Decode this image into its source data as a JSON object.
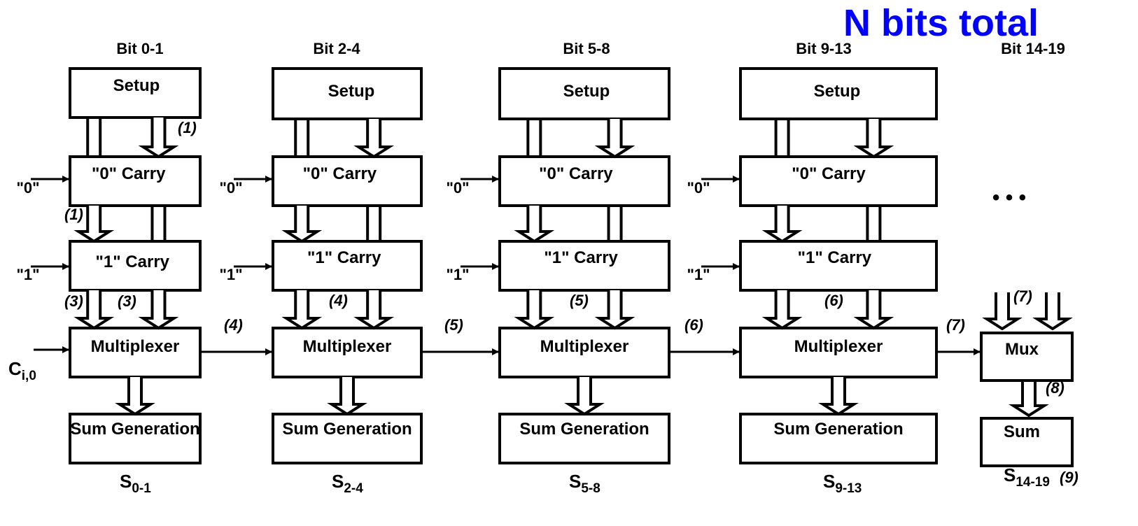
{
  "title": "N bits total",
  "stages": [
    {
      "header": "Bit 0-1",
      "setup": "Setup",
      "carry0": "\"0\" Carry",
      "carry1": "\"1\" Carry",
      "mux": "Multiplexer",
      "sum": "Sum Generation",
      "out_main": "S",
      "out_sub": "0-1",
      "in0": "\"0\"",
      "in1": "\"1\""
    },
    {
      "header": "Bit 2-4",
      "setup": "Setup",
      "carry0": "\"0\" Carry",
      "carry1": "\"1\" Carry",
      "mux": "Multiplexer",
      "sum": "Sum Generation",
      "out_main": "S",
      "out_sub": "2-4",
      "in0": "\"0\"",
      "in1": "\"1\""
    },
    {
      "header": "Bit 5-8",
      "setup": "Setup",
      "carry0": "\"0\" Carry",
      "carry1": "\"1\" Carry",
      "mux": "Multiplexer",
      "sum": "Sum Generation",
      "out_main": "S",
      "out_sub": "5-8",
      "in0": "\"0\"",
      "in1": "\"1\""
    },
    {
      "header": "Bit 9-13",
      "setup": "Setup",
      "carry0": "\"0\" Carry",
      "carry1": "\"1\" Carry",
      "mux": "Multiplexer",
      "sum": "Sum Generation",
      "out_main": "S",
      "out_sub": "9-13",
      "in0": "\"0\"",
      "in1": "\"1\""
    },
    {
      "header": "Bit 14-19",
      "mux": "Mux",
      "sum": "Sum",
      "out_main": "S",
      "out_sub": "14-19"
    }
  ],
  "carry_in": {
    "main": "C",
    "sub": "i,0"
  },
  "ellipsis": "• • •",
  "delay_labels": {
    "s0_setup": "(1)",
    "s0_c0": "(1)",
    "s0_c1_a": "(3)",
    "s0_c1_b": "(3)",
    "link1": "(4)",
    "s1_c1": "(4)",
    "link2": "(5)",
    "s2_c1": "(5)",
    "link3": "(6)",
    "s3_c1": "(6)",
    "link4": "(7)",
    "s4_top": "(7)",
    "s4_mux": "(8)",
    "s4_sum": "(9)"
  }
}
